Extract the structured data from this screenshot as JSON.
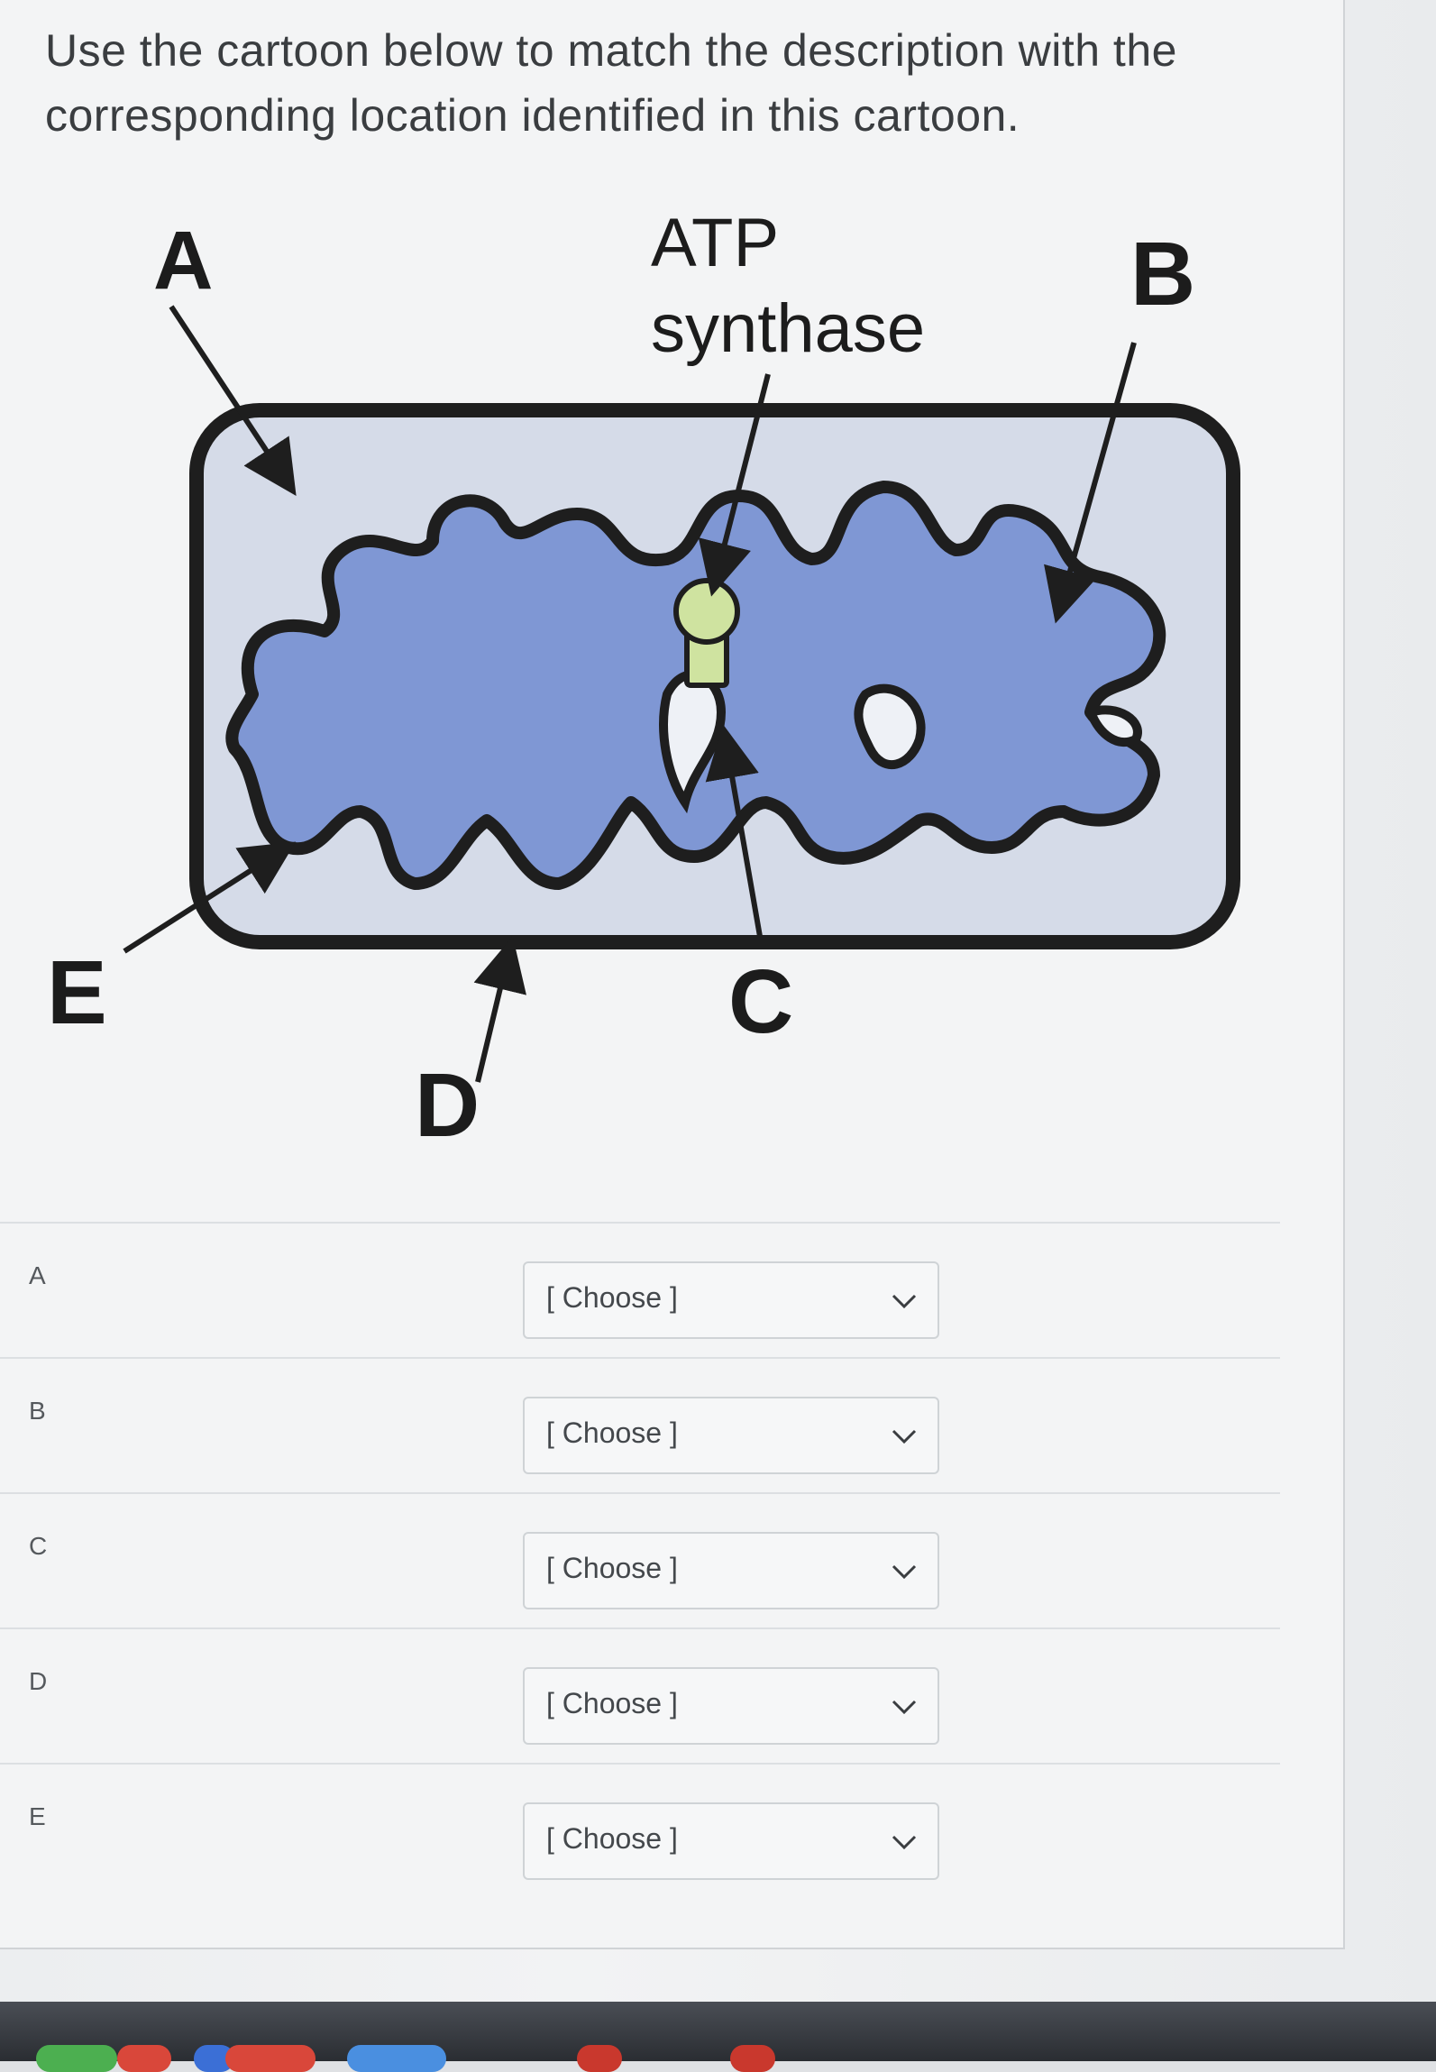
{
  "question": {
    "line1": "Use the cartoon below to match the description with the",
    "line2": "corresponding location identified in this cartoon."
  },
  "cartoon": {
    "labels": {
      "a": "A",
      "b": "B",
      "c": "C",
      "d": "D",
      "e": "E",
      "atp_line1": "ATP",
      "atp_line2": "synthase"
    },
    "colors": {
      "outer_fill": "#d5dbe8",
      "matrix_fill": "#7f97d4",
      "outline": "#1e1e1e",
      "atp_fill": "#cfe3a0"
    }
  },
  "rows": [
    {
      "label": "A",
      "select": "[ Choose ]"
    },
    {
      "label": "B",
      "select": "[ Choose ]"
    },
    {
      "label": "C",
      "select": "[ Choose ]"
    },
    {
      "label": "D",
      "select": "[ Choose ]"
    },
    {
      "label": "E",
      "select": "[ Choose ]"
    }
  ],
  "icons": {
    "dropdown": "chevron-down-icon"
  }
}
